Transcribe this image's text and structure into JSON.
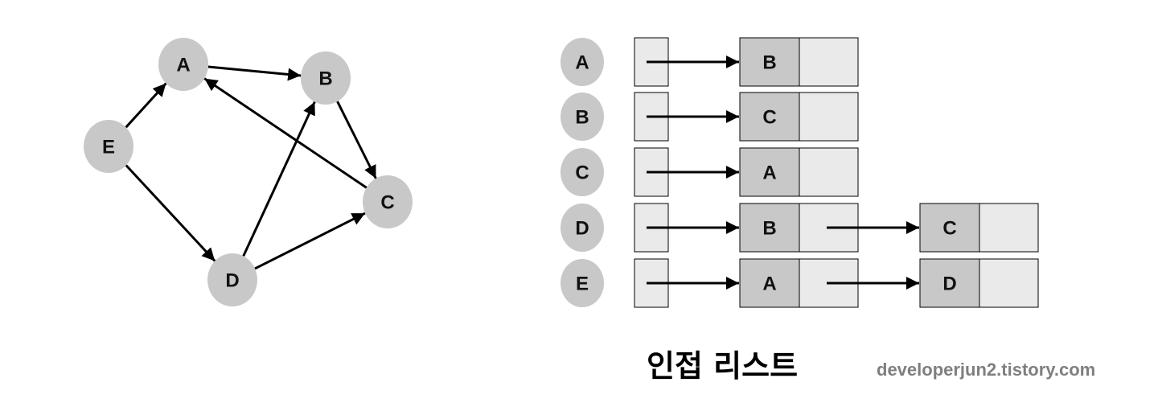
{
  "graph": {
    "nodes": [
      "A",
      "B",
      "C",
      "D",
      "E"
    ],
    "edges": [
      {
        "from": "A",
        "to": "B"
      },
      {
        "from": "B",
        "to": "C"
      },
      {
        "from": "C",
        "to": "A"
      },
      {
        "from": "D",
        "to": "B"
      },
      {
        "from": "D",
        "to": "C"
      },
      {
        "from": "E",
        "to": "A"
      },
      {
        "from": "E",
        "to": "D"
      }
    ]
  },
  "adjacency_list": [
    {
      "head": "A",
      "neighbors": [
        "B"
      ]
    },
    {
      "head": "B",
      "neighbors": [
        "C"
      ]
    },
    {
      "head": "C",
      "neighbors": [
        "A"
      ]
    },
    {
      "head": "D",
      "neighbors": [
        "B",
        "C"
      ]
    },
    {
      "head": "E",
      "neighbors": [
        "A",
        "D"
      ]
    }
  ],
  "caption": "인접 리스트",
  "watermark": "developerjun2.tistory.com",
  "colors": {
    "node_fill": "#c8c8c8",
    "cell_light": "#eaeaea",
    "watermark": "#7f7f7f"
  }
}
